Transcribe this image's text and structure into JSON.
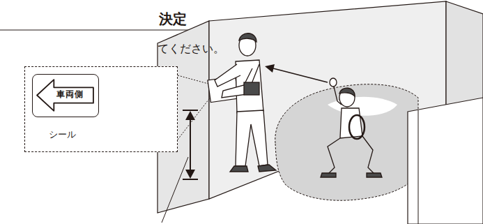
{
  "diagram": {
    "title": "決定",
    "nodes": [
      {
        "text": [
          "シール"
        ]
      },
      {
        "text": [
          "車両側"
        ],
        "in": 0
      }
    ],
    "labels": [
      "てください。"
    ]
  }
}
